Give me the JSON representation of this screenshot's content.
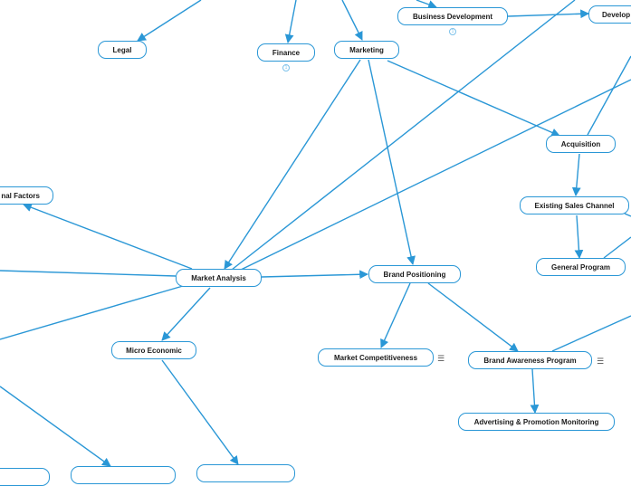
{
  "nodes": {
    "legal": "Legal",
    "finance": "Finance",
    "marketing": "Marketing",
    "business_development": "Business Development",
    "development": "Develop",
    "acquisition": "Acquisition",
    "existing_sales_channel": "Existing Sales Channel",
    "general_program": "General Program",
    "external_factors": "nal Factors",
    "market_analysis": "Market Analysis",
    "brand_positioning": "Brand Positioning",
    "micro_economic": "Micro Economic",
    "market_competitiveness": "Market Competitiveness",
    "brand_awareness_program": "Brand Awareness Program",
    "advertising_promotion_monitoring": "Advertising & Promotion Monitoring"
  },
  "badges": {
    "finance": "1",
    "business_development": "1"
  },
  "icons": {
    "note": "note-icon",
    "collapse": "collapse-badge-icon"
  },
  "colors": {
    "line": "#2a97d6",
    "node_border": "#2a97d6"
  }
}
